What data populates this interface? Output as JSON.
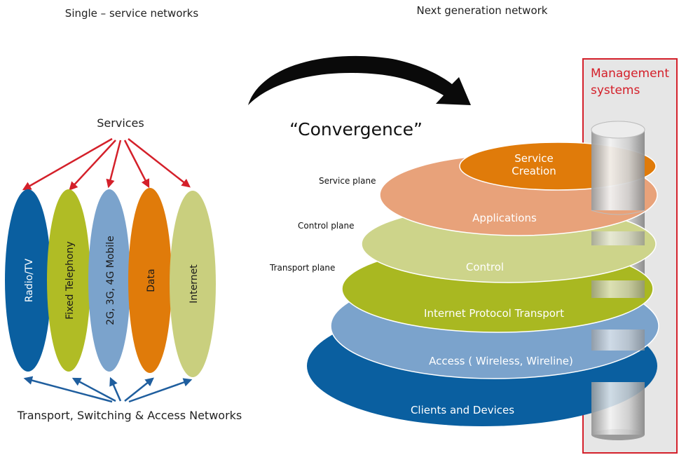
{
  "left_panel": {
    "title": "Single  – service networks",
    "services_label": "Services",
    "networks_label": "Transport, Switching & Access Networks",
    "columns": [
      {
        "label": "Radio/TV",
        "color": "#0a5fa0",
        "text_color": "#ffffff"
      },
      {
        "label": "Fixed Telephony",
        "color": "#b0bc25",
        "text_color": "#1a1a1a"
      },
      {
        "label": "2G, 3G, 4G Mobile",
        "color": "#7ba3cc",
        "text_color": "#1a1a1a"
      },
      {
        "label": "Data",
        "color": "#e07b0a",
        "text_color": "#1a1a1a"
      },
      {
        "label": "Internet",
        "color": "#c9cf7e",
        "text_color": "#1a1a1a"
      }
    ],
    "arrow_colors": {
      "services": "#d4202a",
      "networks": "#1f5e9e"
    }
  },
  "convergence_label": "“Convergence”",
  "right_panel": {
    "title": "Next generation network",
    "management_label_line1": "Management",
    "management_label_line2": "systems",
    "management_color": "#d4202a",
    "planes": {
      "service": "Service plane",
      "control": "Control plane",
      "transport": "Transport plane"
    },
    "layers": [
      {
        "label": "Clients and Devices",
        "color": "#0a5fa0"
      },
      {
        "label": "Access (   Wireless, Wireline)",
        "color": "#7ba3cc"
      },
      {
        "label": "Internet Protocol Transport",
        "color": "#a9b821"
      },
      {
        "label": "Control",
        "color": "#cdd48a"
      },
      {
        "label": "Applications",
        "color": "#e8a27a"
      },
      {
        "label_line1": "Service",
        "label_line2": "Creation",
        "color": "#e07b0a"
      }
    ]
  }
}
